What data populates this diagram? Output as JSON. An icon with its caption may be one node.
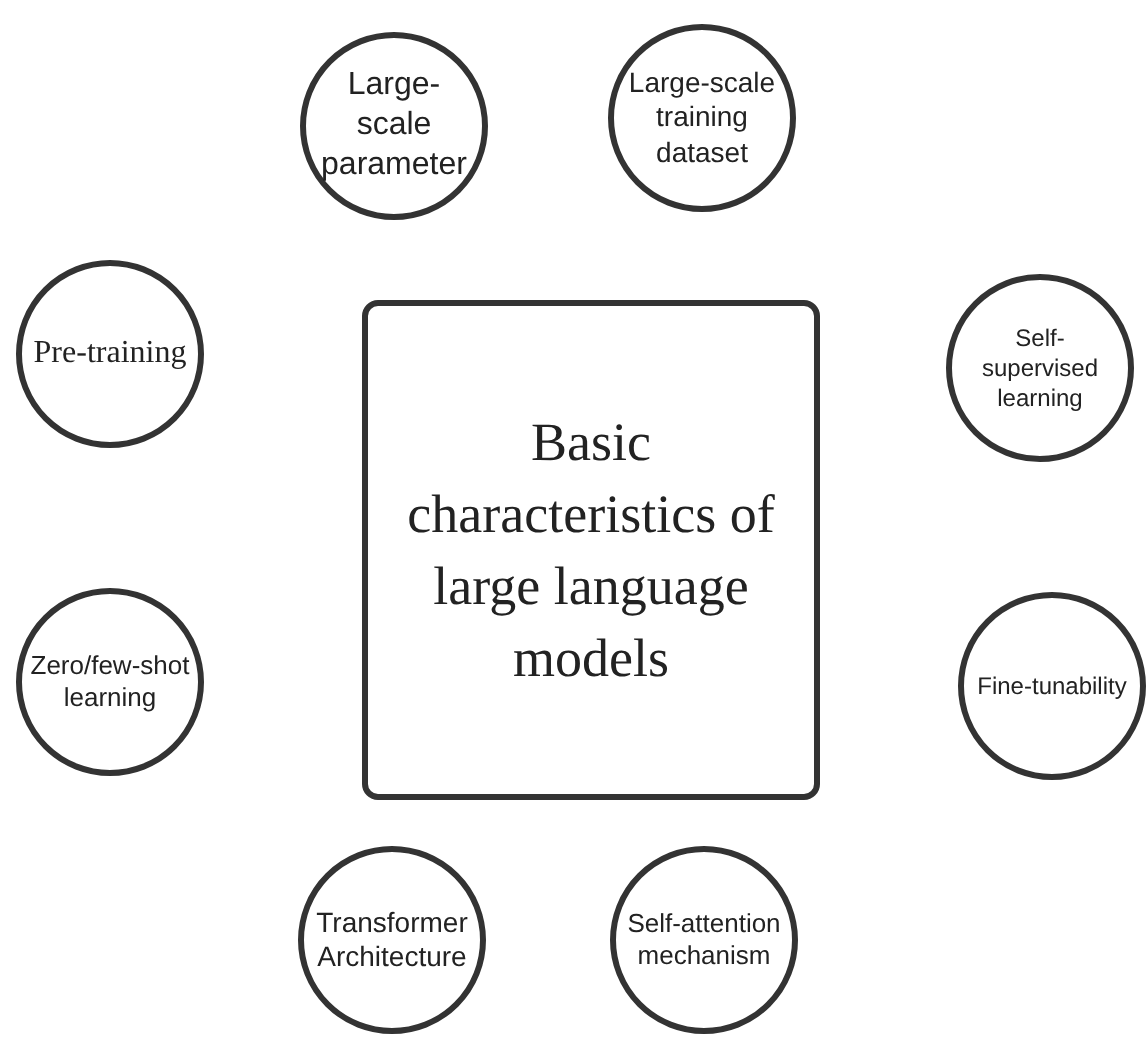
{
  "diagram": {
    "nodes": [
      {
        "text": [
          "Basic characteristics of large language models"
        ]
      },
      {
        "text": [
          "Large-scale parameter"
        ]
      },
      {
        "text": [
          "Large-scale training dataset"
        ]
      },
      {
        "text": [
          "Pre-training"
        ]
      },
      {
        "text": [
          "Self-supervised learning"
        ]
      },
      {
        "text": [
          "Zero/few-shot learning"
        ]
      },
      {
        "text": [
          "Fine-tunability"
        ]
      },
      {
        "text": [
          "Transformer Architecture"
        ]
      },
      {
        "text": [
          "Self-attention mechanism"
        ]
      }
    ]
  }
}
